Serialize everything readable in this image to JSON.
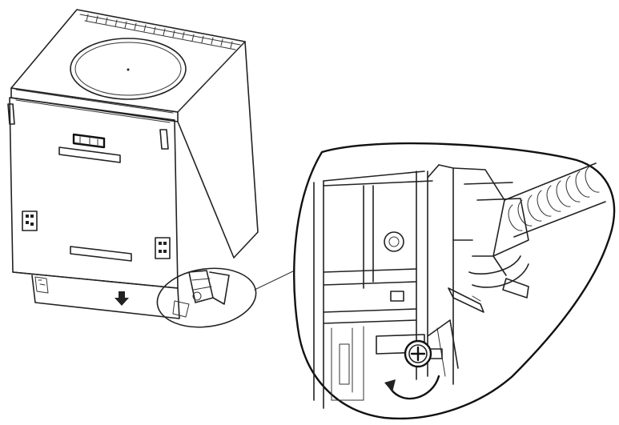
{
  "diagram": {
    "text_labels": [],
    "colors": {
      "ink": "#222222",
      "paper": "#ffffff"
    },
    "icons": [
      "dishwasher-body",
      "zoom-callout",
      "adjustment-screw",
      "rotation-arrow",
      "down-arrow"
    ]
  }
}
